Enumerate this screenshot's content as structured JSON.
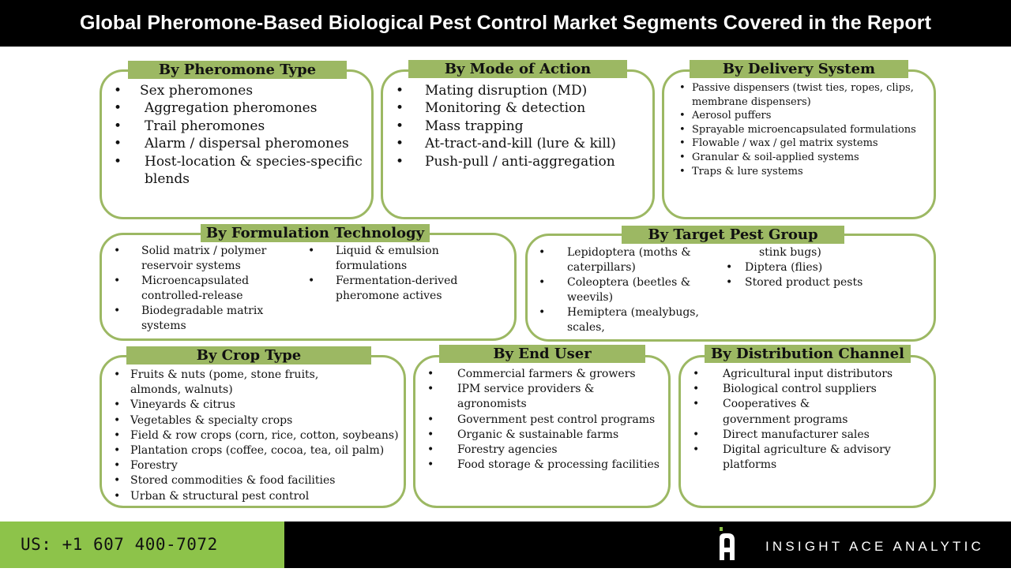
{
  "title": "Global Pheromone-Based Biological Pest Control Market Segments Covered in the Report",
  "segments": {
    "pheromone_type": {
      "heading": "By Pheromone Type",
      "items": [
        "Sex pheromones",
        "Aggregation pheromones",
        "Trail pheromones",
        "Alarm / dispersal pheromones",
        "Host-location & species-specific blends"
      ]
    },
    "mode_of_action": {
      "heading": "By Mode of Action",
      "items": [
        "Mating disruption (MD)",
        "Monitoring & detection",
        "Mass trapping",
        "At-tract-and-kill (lure & kill)",
        "Push-pull / anti-aggregation"
      ]
    },
    "delivery_system": {
      "heading": "By Delivery System",
      "items": [
        "Passive dispensers (twist ties, ropes, clips, membrane dispensers)",
        "Aerosol puffers",
        "Sprayable microencapsulated formulations",
        "Flowable / wax / gel matrix systems",
        "Granular & soil-applied systems",
        "Traps & lure systems"
      ]
    },
    "formulation_technology": {
      "heading": "By Formulation Technology",
      "col1": [
        "Solid matrix / polymer reservoir systems",
        "Microencapsulated controlled-release",
        "Biodegradable matrix systems"
      ],
      "col2": [
        "Liquid & emulsion formulations",
        "Fermentation-derived pheromone actives"
      ]
    },
    "target_pest_group": {
      "heading": "By Target Pest Group",
      "col1": [
        "Lepidoptera (moths & caterpillars)",
        "Coleoptera (beetles & weevils)",
        "Hemiptera (mealybugs, scales,"
      ],
      "col2_continuation": "stink bugs)",
      "col2": [
        "Diptera (flies)",
        "Stored product pests"
      ]
    },
    "crop_type": {
      "heading": "By Crop Type",
      "items": [
        "Fruits & nuts (pome, stone fruits, almonds, walnuts)",
        "Vineyards & citrus",
        "Vegetables & specialty crops",
        "Field & row crops (corn, rice, cotton, soybeans)",
        "Plantation crops (coffee, cocoa, tea, oil palm)",
        "Forestry",
        "Stored commodities & food facilities",
        "Urban & structural pest control"
      ]
    },
    "end_user": {
      "heading": "By End User",
      "items": [
        "Commercial farmers & growers",
        "IPM service providers & agronomists",
        "Government pest control programs",
        "Organic & sustainable farms",
        "Forestry agencies",
        "Food storage & processing facilities"
      ]
    },
    "distribution_channel": {
      "heading": "By Distribution Channel",
      "items": [
        "Agricultural input distributors",
        "Biological control suppliers",
        "Cooperatives & government programs",
        "Direct manufacturer sales",
        "Digital agriculture & advisory platforms"
      ]
    }
  },
  "footer": {
    "phone": "US: +1 607 400-7072",
    "brand": "INSIGHT ACE ANALYTIC",
    "logo_icon": "insight-ace-logo-icon"
  },
  "colors": {
    "accent_green": "#9cb863",
    "footer_green": "#8dc34a",
    "bar_black": "#000000"
  }
}
